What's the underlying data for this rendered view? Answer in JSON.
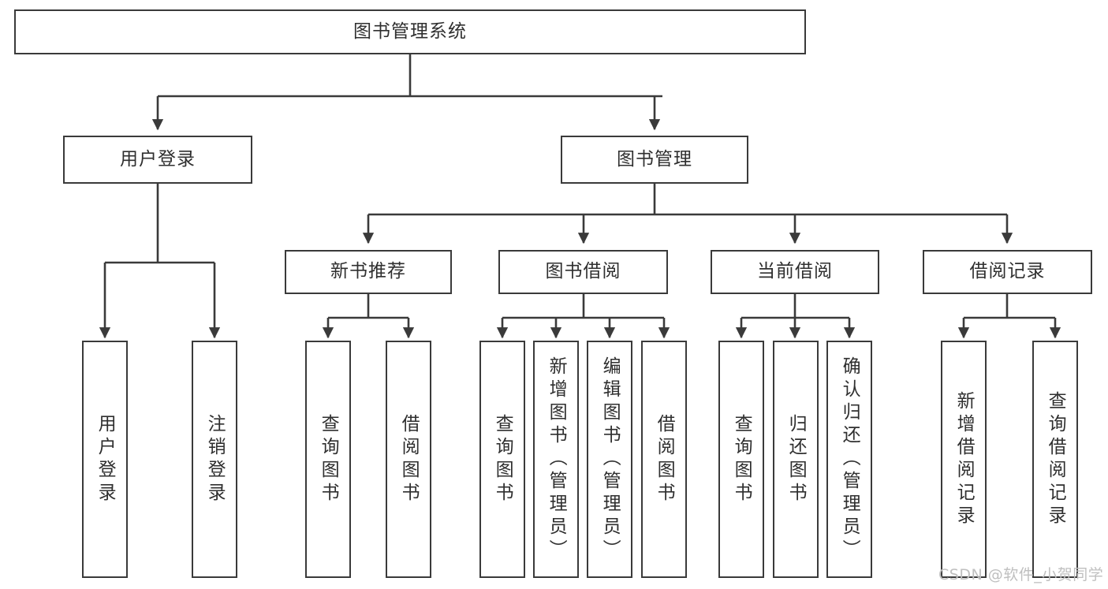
{
  "diagram": {
    "title": "图书管理系统",
    "watermark": "CSDN @软件_小贺同学",
    "line_color": "#3a3a3a",
    "text_color": "#2f2f2f",
    "background": "#ffffff"
  },
  "nodes": {
    "root": {
      "label": "图书管理系统"
    },
    "level1": [
      {
        "label": "用户登录"
      },
      {
        "label": "图书管理"
      }
    ],
    "level2": [
      {
        "label": "新书推荐"
      },
      {
        "label": "图书借阅"
      },
      {
        "label": "当前借阅"
      },
      {
        "label": "借阅记录"
      }
    ],
    "leaves": {
      "user_login": [
        {
          "label": "用户登录"
        },
        {
          "label": "注销登录"
        }
      ],
      "new_book": [
        {
          "label": "查询图书"
        },
        {
          "label": "借阅图书"
        }
      ],
      "book_borrow": [
        {
          "label": "查询图书"
        },
        {
          "label": "新增图书（管理员）"
        },
        {
          "label": "编辑图书（管理员）"
        },
        {
          "label": "借阅图书"
        }
      ],
      "current_borrow": [
        {
          "label": "查询图书"
        },
        {
          "label": "归还图书"
        },
        {
          "label": "确认归还（管理员）"
        }
      ],
      "borrow_record": [
        {
          "label": "新增借阅记录"
        },
        {
          "label": "查询借阅记录"
        }
      ]
    }
  }
}
